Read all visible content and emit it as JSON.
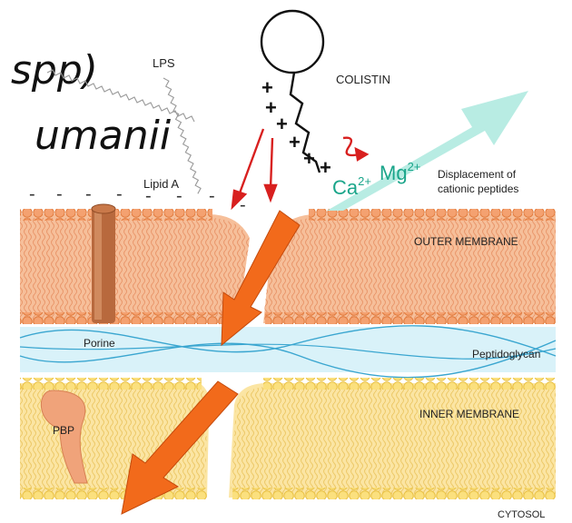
{
  "slide_fragments": {
    "line1": "spp)",
    "line2": "umanii"
  },
  "labels": {
    "lps": "LPS",
    "colistin": "COLISTIN",
    "lipid_a": "Lipid A",
    "ion_mg": "Mg",
    "ion_mg_charge": "2+",
    "ion_ca": "Ca",
    "ion_ca_charge": "2+",
    "displacement_line1": "Displacement of",
    "displacement_line2": "cationic peptides",
    "outer_membrane": "OUTER MEMBRANE",
    "porine": "Porine",
    "peptidoglycan": "Peptidoglycan",
    "inner_membrane": "INNER MEMBRANE",
    "pbp": "PBP",
    "cytosol": "CYTOSOL"
  },
  "colors": {
    "outer_membrane": "#f4b48a",
    "outer_head": "#f08a4c",
    "inner_membrane": "#fbe49c",
    "inner_head": "#f7d25a",
    "peptidoglycan_band": "#d8f1f8",
    "peptidoglycan_lines": "#3aa6d0",
    "big_arrow": "#f26a1b",
    "red_arrow": "#d8201f",
    "cyan_arrow": "#b6ebe2",
    "porin": "#b86a3f",
    "pbp": "#f0a37a"
  }
}
